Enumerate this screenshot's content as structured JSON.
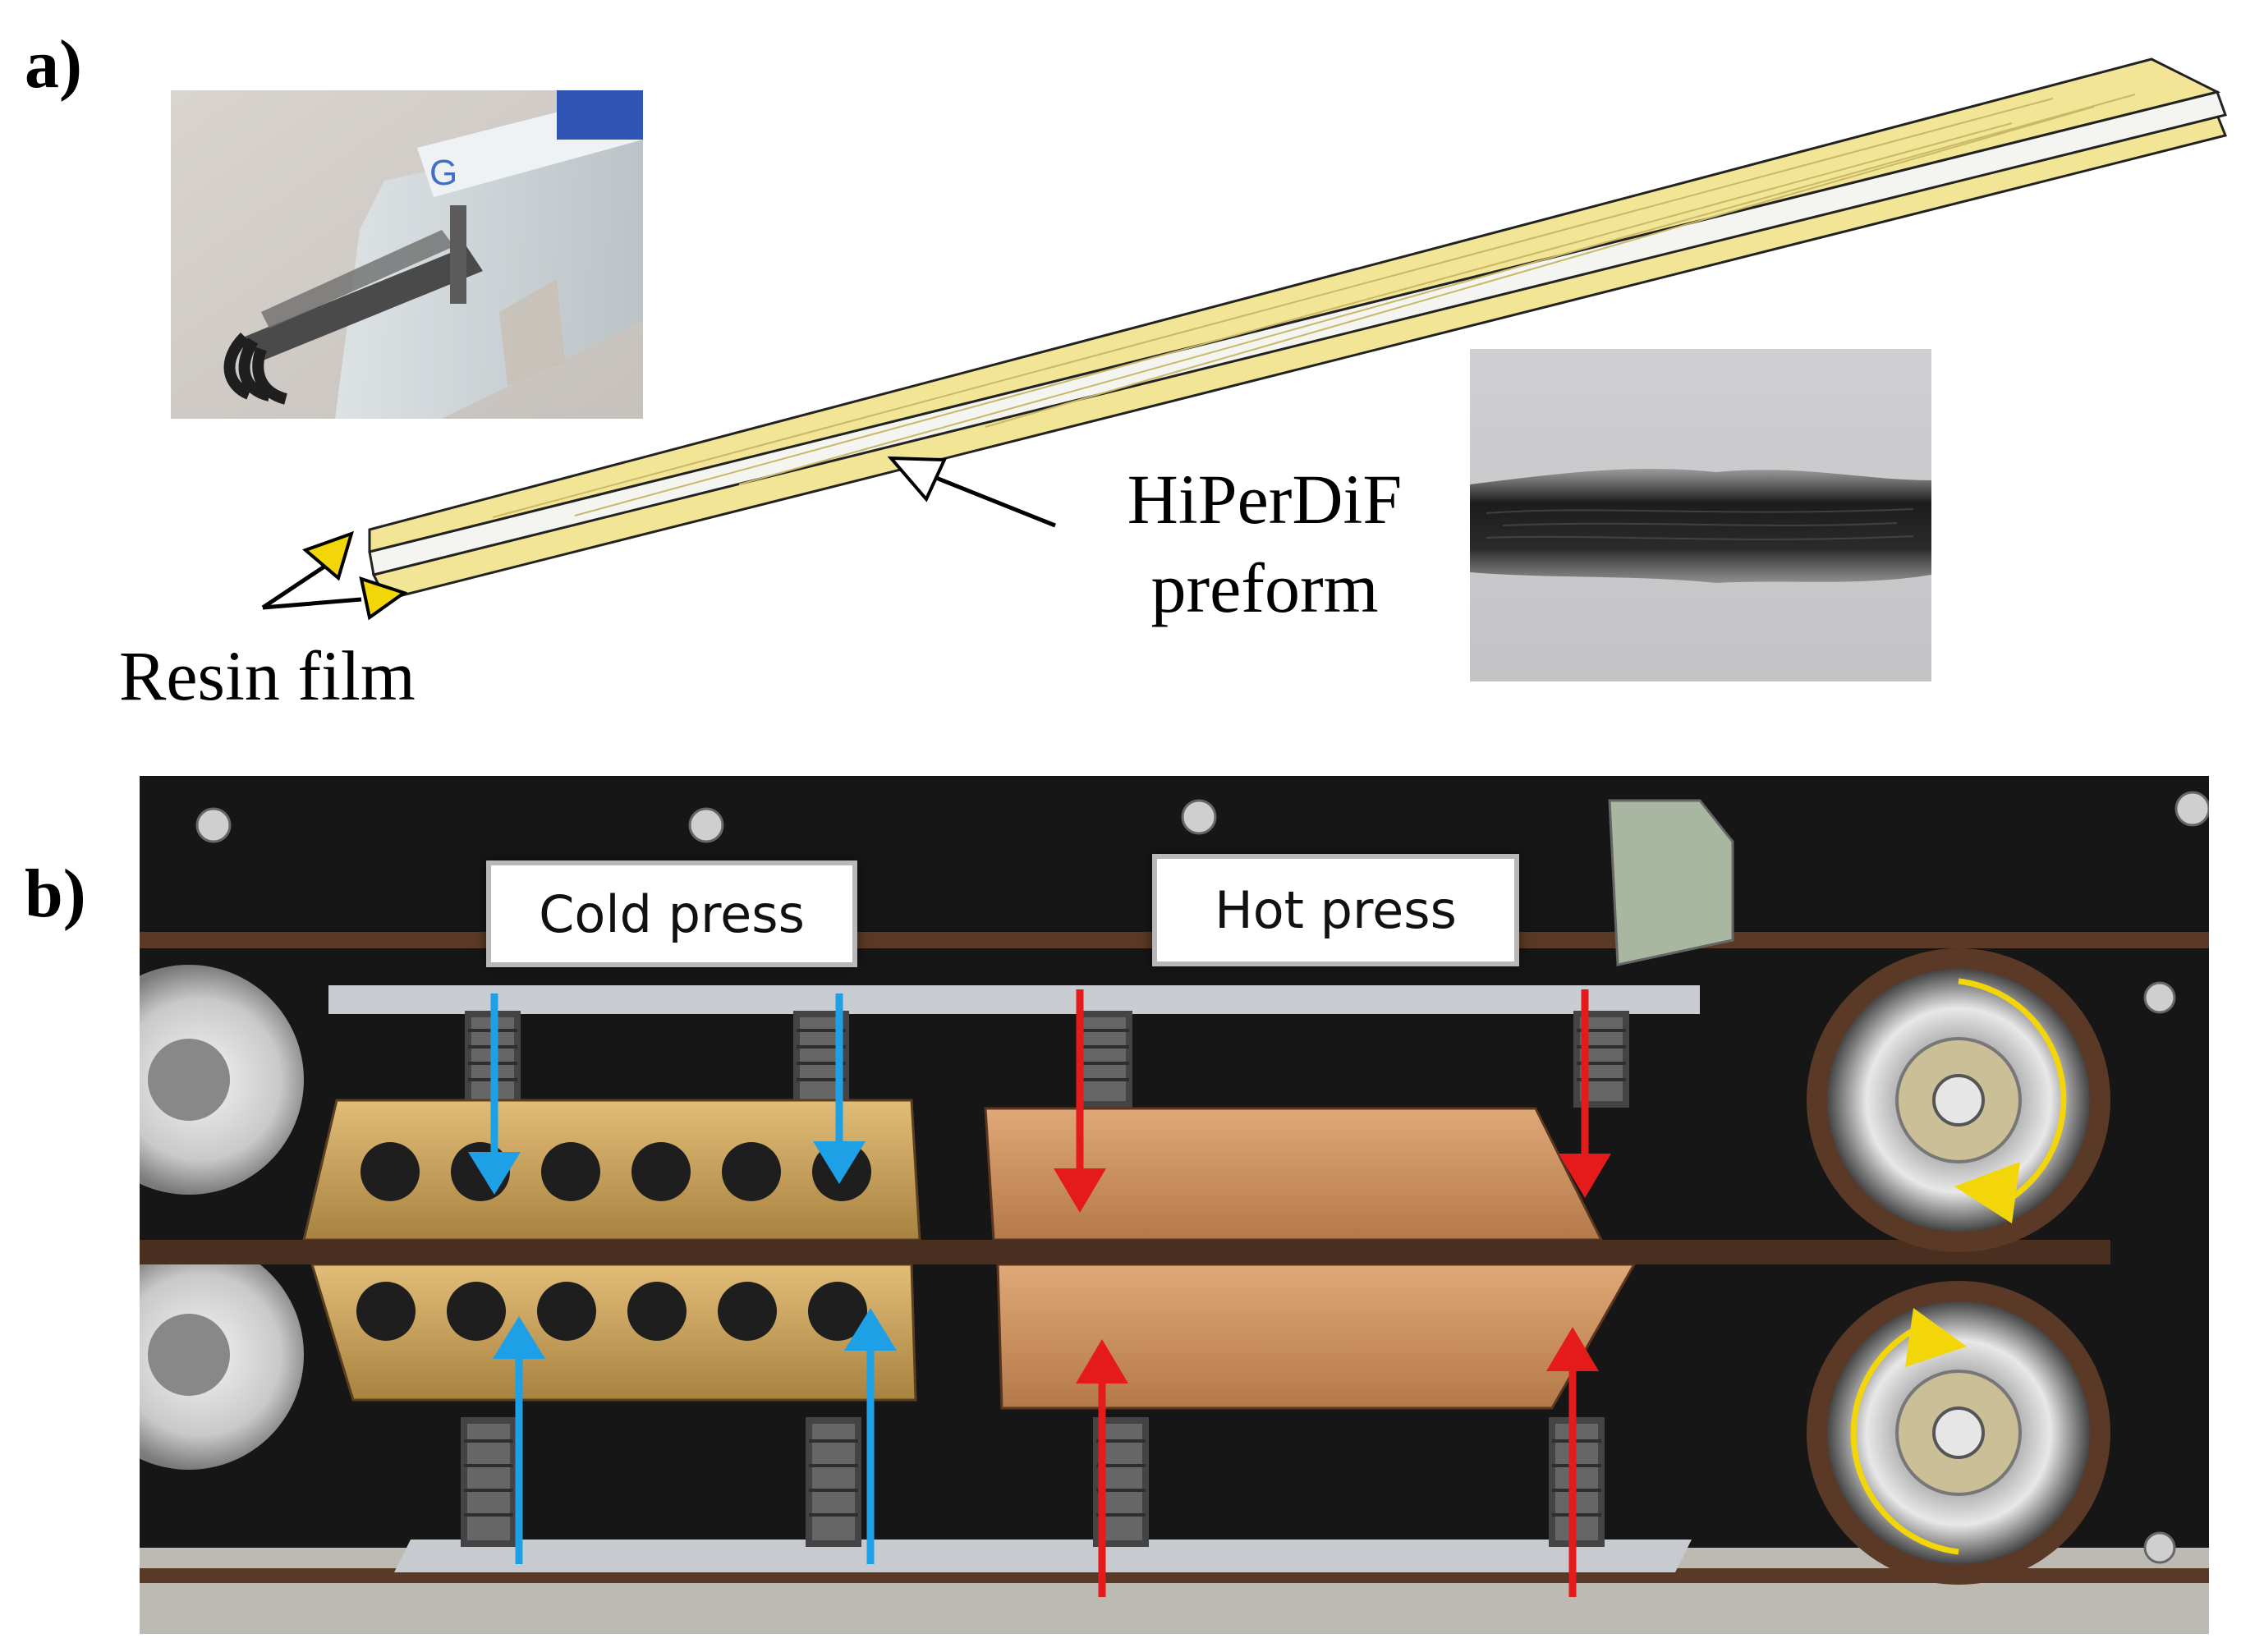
{
  "panels": {
    "a": {
      "label": "a)",
      "preform_label_line1": "HiPerDiF",
      "preform_label_line2": "preform",
      "resin_label": "Resin film",
      "photo_top_left_letter": "G"
    },
    "b": {
      "label": "b)",
      "cold_press_label": "Cold press",
      "hot_press_label": "Hot press"
    }
  },
  "colors": {
    "resin_film": "#f3e596",
    "preform": "#f4f4f0",
    "cold_arrow": "#1ea0e6",
    "hot_arrow": "#e51b1b",
    "rotation_arrow": "#f2d60a",
    "copper": "#c98f5a",
    "brass": "#caa15b"
  }
}
